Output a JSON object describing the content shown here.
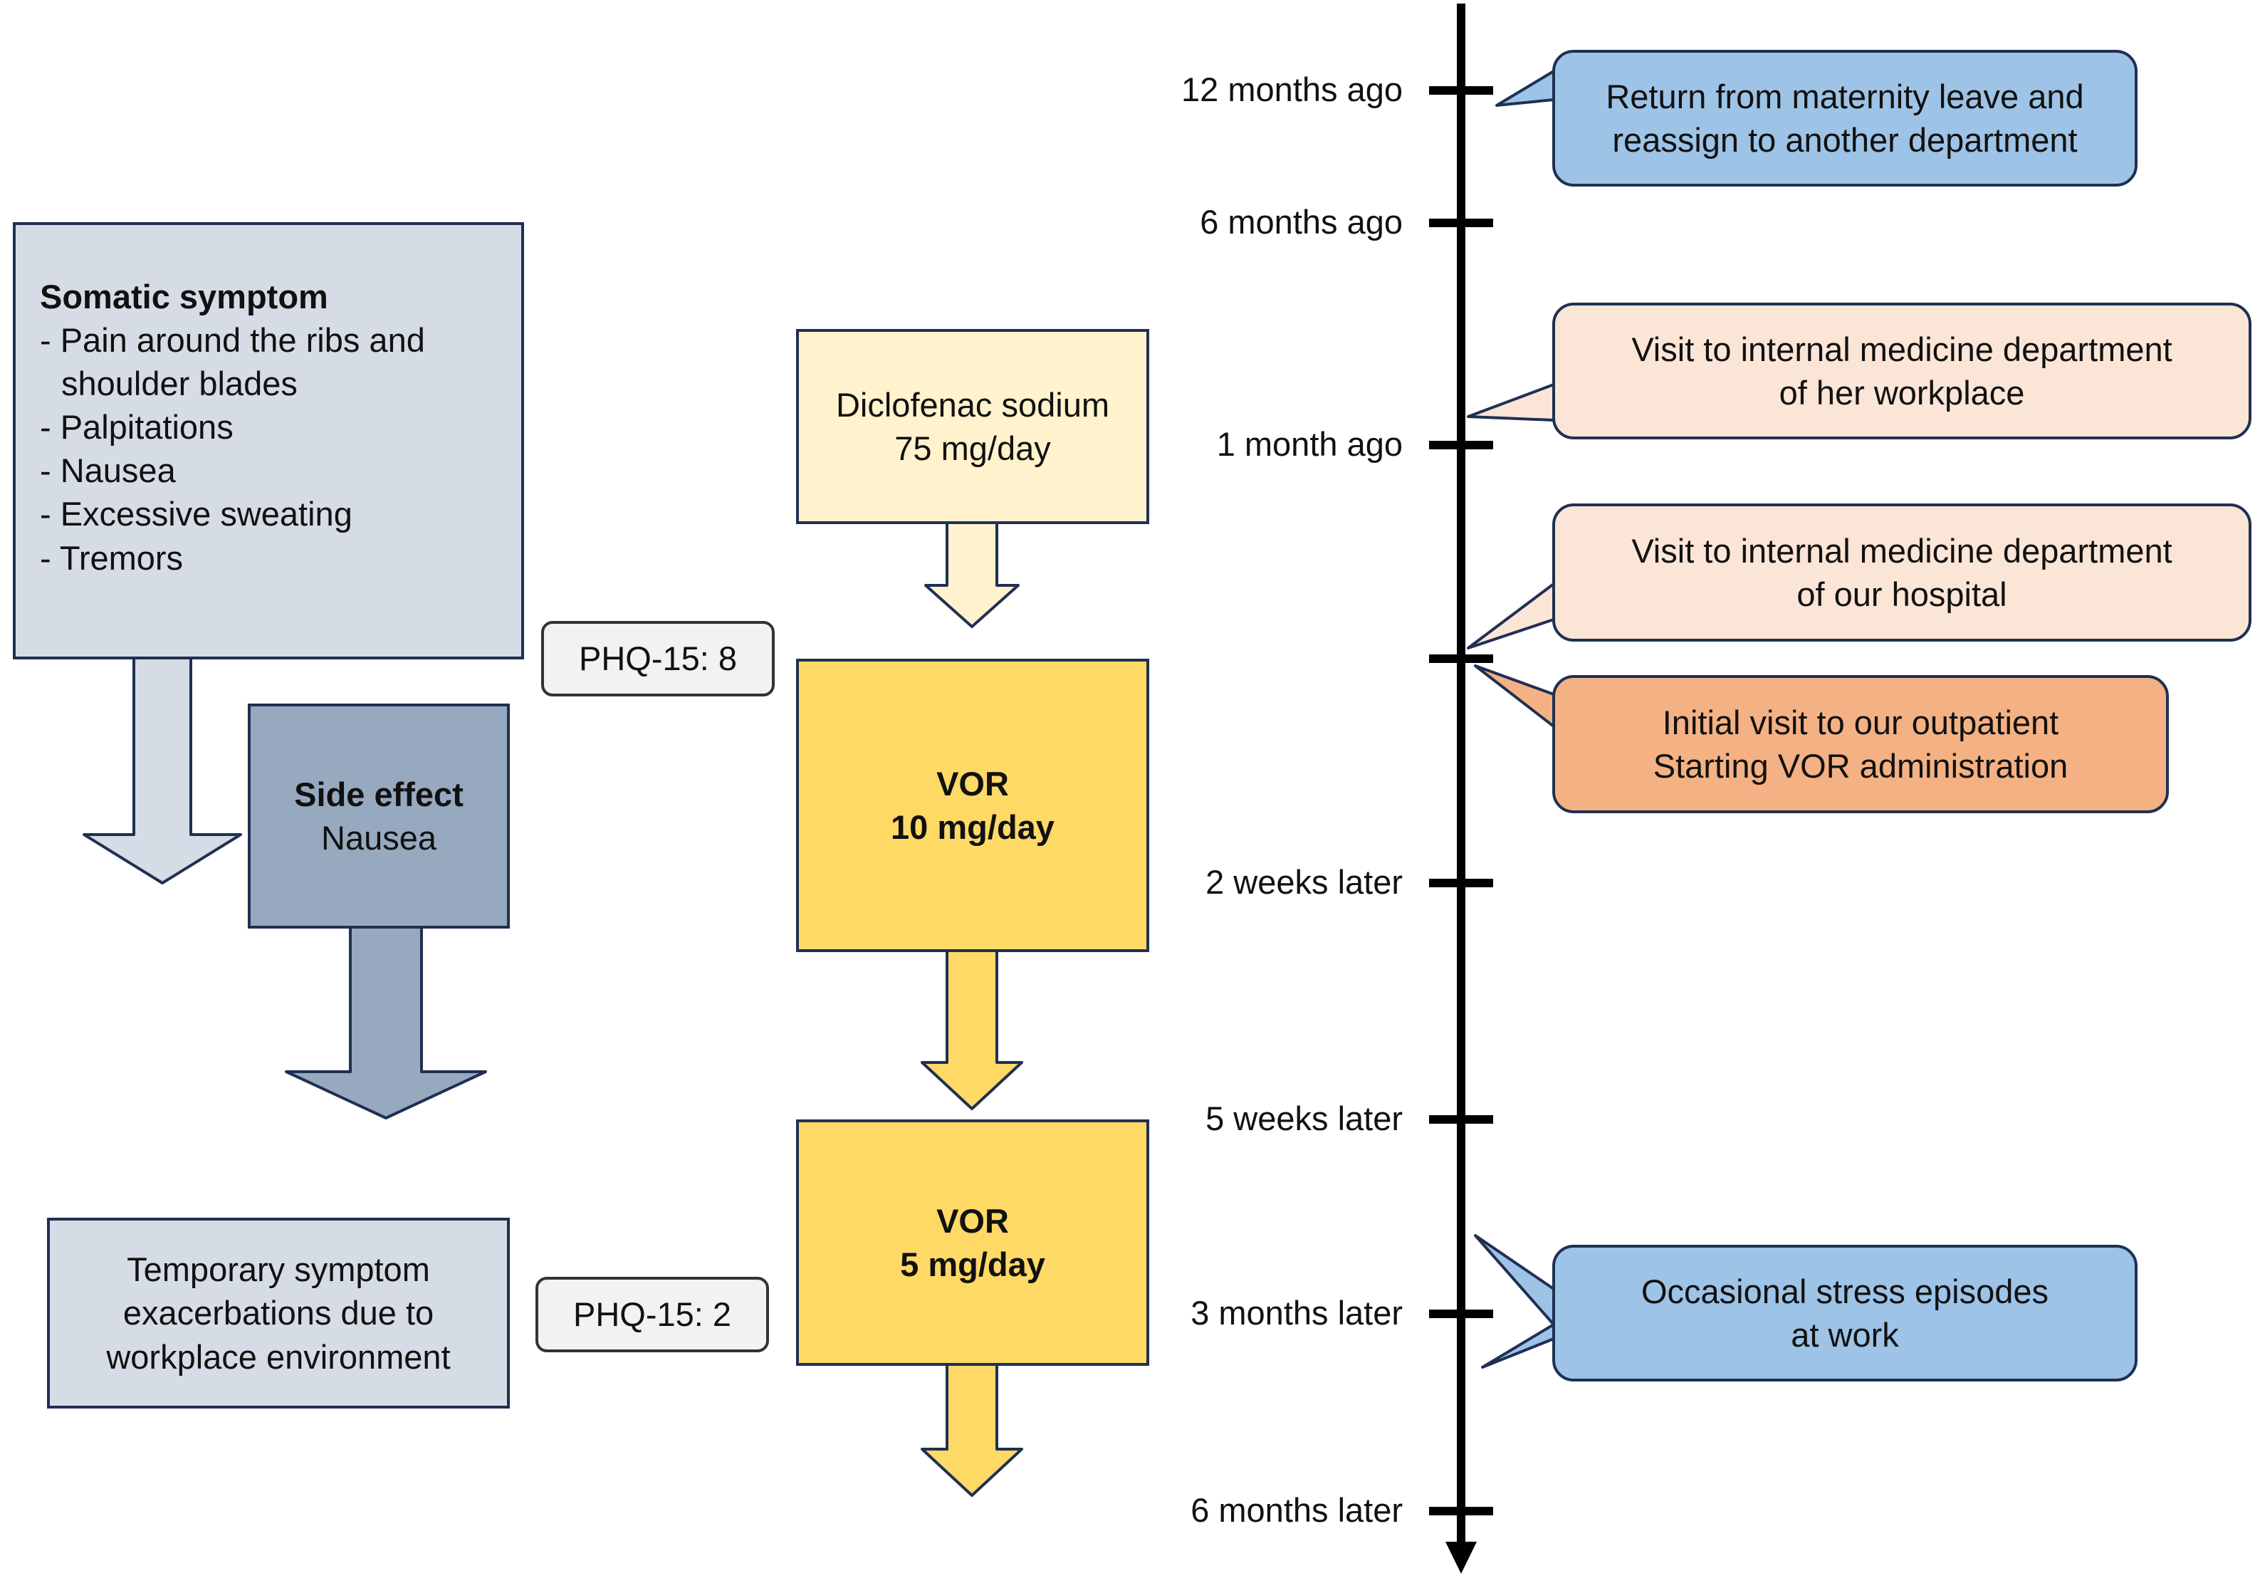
{
  "timeline": {
    "ticks": [
      {
        "label": "12 months ago"
      },
      {
        "label": "6 months ago"
      },
      {
        "label": "1 month ago"
      },
      {
        "label": "2 weeks later"
      },
      {
        "label": "5 weeks later"
      },
      {
        "label": "3 months later"
      },
      {
        "label": "6 months later"
      }
    ]
  },
  "events": {
    "maternity": {
      "line1": "Return from maternity leave and",
      "line2": "reassign to another department",
      "color": "#9dc3e6"
    },
    "workplace_visit": {
      "line1": "Visit to internal medicine department",
      "line2": "of her workplace",
      "color": "#fbe5d6"
    },
    "hospital_visit": {
      "line1": "Visit to internal medicine department",
      "line2": "of our hospital",
      "color": "#fbe5d6"
    },
    "initial_visit": {
      "line1": "Initial visit to our outpatient",
      "line2": "Starting VOR administration",
      "color": "#f4b183"
    },
    "stress": {
      "line1": "Occasional stress episodes",
      "line2": "at work",
      "color": "#9dc3e6"
    }
  },
  "somatic": {
    "title": "Somatic symptom",
    "items": [
      "- Pain around the ribs and shoulder blades",
      "- Palpitations",
      "- Nausea",
      "- Excessive sweating",
      "- Tremors"
    ],
    "color": "#d6dce5"
  },
  "side_effect": {
    "title": "Side effect",
    "text": "Nausea",
    "color": "#97a9bf"
  },
  "phq": {
    "first": "PHQ-15: 8",
    "second": "PHQ-15: 2",
    "color": "#f2f2f2"
  },
  "diclofenac": {
    "line1": "Diclofenac sodium",
    "line2": "75 mg/day",
    "color": "#fff2cc"
  },
  "vor10": {
    "line1": "VOR",
    "line2": "10 mg/day",
    "color": "#ffd966"
  },
  "vor5": {
    "line1": "VOR",
    "line2": "5 mg/day",
    "color": "#ffd966"
  },
  "temporary": {
    "line1": "Temporary symptom",
    "line2": "exacerbations due to",
    "line3": "workplace environment",
    "color": "#d6dce5"
  }
}
